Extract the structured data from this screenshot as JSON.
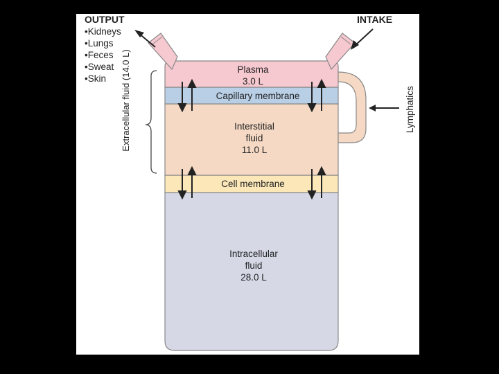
{
  "output": {
    "title": "OUTPUT",
    "items": [
      "•Kidneys",
      "•Lungs",
      "•Feces",
      "•Sweat",
      "•Skin"
    ]
  },
  "intake": {
    "title": "INTAKE"
  },
  "compartments": {
    "plasma": {
      "name": "Plasma",
      "volume": "3.0 L"
    },
    "capillary_membrane": "Capillary membrane",
    "interstitial": {
      "line1": "Interstitial",
      "line2": "fluid",
      "volume": "11.0 L"
    },
    "cell_membrane": "Cell membrane",
    "intracellular": {
      "line1": "Intracellular",
      "line2": "fluid",
      "volume": "28.0 L"
    }
  },
  "extracellular_label": "Extracellular fluid (14.0 L)",
  "lymphatics_label": "Lymphatics",
  "colors": {
    "background": "#000000",
    "plasma": "#f6c8d0",
    "capillary_membrane": "#b9cfe6",
    "interstitial": "#f5d9c4",
    "cell_membrane": "#fbe7b8",
    "intracellular": "#d6d8e6",
    "outline": "#888888"
  }
}
